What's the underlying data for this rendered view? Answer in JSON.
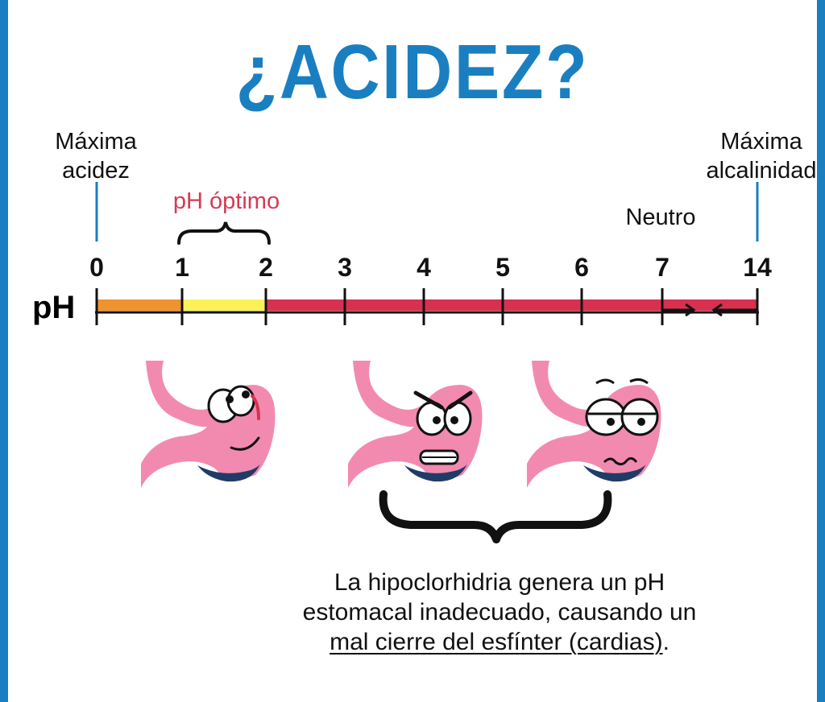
{
  "title": "¿ACIDEZ?",
  "colors": {
    "title": "#1a7fc1",
    "border": "#1a7fc1",
    "optimal_text": "#d63a55",
    "bar_orange": "#f0932e",
    "bar_yellow": "#fbf25a",
    "bar_red": "#d8314f",
    "stomach_pink": "#f28ab0",
    "stomach_liquid": "#1f3c67"
  },
  "labels": {
    "max_acid": [
      "Máxima",
      "acidez"
    ],
    "max_alkaline": [
      "Máxima",
      "alcalinidad"
    ],
    "optimal": "pH óptimo",
    "neutral": "Neutro",
    "ph_axis": "pH"
  },
  "scale": {
    "ticks": [
      "0",
      "1",
      "2",
      "3",
      "4",
      "5",
      "6",
      "7",
      "14"
    ],
    "optimal_range": [
      1,
      2
    ]
  },
  "stomachs": [
    {
      "name": "happy-stomach",
      "mood": "happy"
    },
    {
      "name": "angry-stomach",
      "mood": "angry"
    },
    {
      "name": "tired-stomach",
      "mood": "tired"
    }
  ],
  "note": {
    "line1": "La hipoclorhidria genera un pH",
    "line2": "estomacal inadecuado, causando un",
    "line3_underlined": "mal cierre del esfínter (cardias)",
    "line3_suffix": "."
  }
}
